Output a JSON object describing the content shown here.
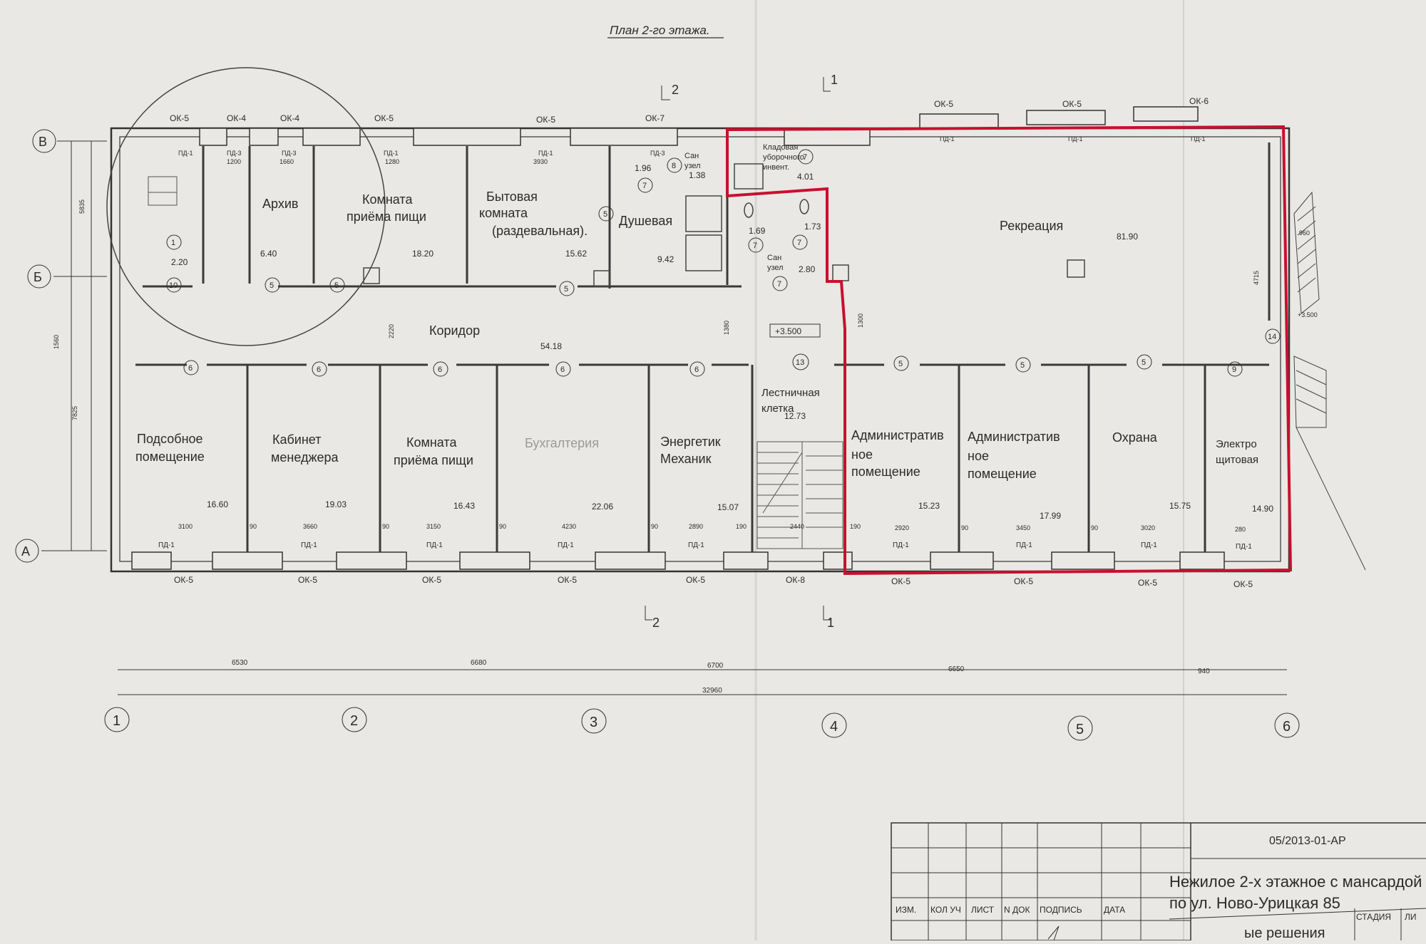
{
  "title": "План 2-го этажа.",
  "section_marks": {
    "top_1": "1",
    "top_2": "2",
    "bottom_1": "1",
    "bottom_2": "2"
  },
  "floor_level": "+3.500",
  "rows": [
    "В",
    "Б",
    "А"
  ],
  "axes": [
    "1",
    "2",
    "3",
    "4",
    "5",
    "6"
  ],
  "rooms": {
    "arkhiv": {
      "name": [
        "Архив"
      ],
      "area": "6.40"
    },
    "komnata_top": {
      "name": [
        "Комната",
        "приёма пищи"
      ],
      "area": "18.20"
    },
    "bytovaya": {
      "name": [
        "Бытовая",
        "комната",
        "(раздевальная)."
      ],
      "area": "15.62"
    },
    "dushevaya": {
      "name": [
        "Душевая"
      ],
      "area": "9.42"
    },
    "korridor": {
      "name": [
        "Коридор"
      ],
      "area": "54.18"
    },
    "rekreatsiya": {
      "name": [
        "Рекреация"
      ],
      "area": "81.90"
    },
    "kladovaya": {
      "name": [
        "Кладовая",
        "уборочного",
        "инвент."
      ],
      "area": "4.01"
    },
    "san1": {
      "name": [
        "Сан",
        "узел"
      ],
      "area": "1.38"
    },
    "san2": {
      "name": [
        "Сан",
        "узел"
      ],
      "area": "2.80"
    },
    "small1": {
      "area": "2.20"
    },
    "small2": {
      "area": "1.96"
    },
    "small3": {
      "area": "1.69"
    },
    "small4": {
      "area": "1.73"
    },
    "podsobnoe": {
      "name": [
        "Подсобное",
        "помещение"
      ],
      "area": "16.60"
    },
    "kabinet": {
      "name": [
        "Кабинет",
        "менеджера"
      ],
      "area": "19.03"
    },
    "komnata_bottom": {
      "name": [
        "Комната",
        "приёма пищи"
      ],
      "area": "16.43"
    },
    "bukhgalteriya": {
      "name": [
        "Бухгалтерия"
      ],
      "area": "22.06"
    },
    "energetik": {
      "name": [
        "Энергетик",
        "Механик"
      ],
      "area": "15.07"
    },
    "lestnichnaya": {
      "name": [
        "Лестничная",
        "клетка"
      ],
      "area": "12.73"
    },
    "admin1": {
      "name": [
        "Административ",
        "ное",
        "помещение"
      ],
      "area": "15.23"
    },
    "admin2": {
      "name": [
        "Административ",
        "ное",
        "помещение"
      ],
      "area": "17.99"
    },
    "okhrana": {
      "name": [
        "Охрана"
      ],
      "area": "15.75"
    },
    "elektro": {
      "name": [
        "Электро",
        "щитовая"
      ],
      "area": "14.90"
    }
  },
  "door_marks": [
    "1",
    "10",
    "5",
    "5",
    "5",
    "5",
    "6",
    "6",
    "6",
    "6",
    "6",
    "13",
    "5",
    "5",
    "5",
    "9",
    "7",
    "7",
    "8",
    "7",
    "7",
    "7",
    "14"
  ],
  "window_labels": {
    "top": [
      "ОК-5",
      "ОК-4",
      "ОК-4",
      "ОК-5",
      "ОК-5",
      "ОК-7",
      "ОК-5",
      "ОК-5",
      "ОК-6"
    ],
    "bottom": [
      "ОК-5",
      "ОК-5",
      "ОК-5",
      "ОК-5",
      "ОК-5",
      "ОК-8",
      "ОК-5",
      "ОК-5",
      "ОК-5",
      "ОК-5"
    ],
    "sills_top": [
      "ПД-1",
      "ПД-3",
      "ПД-3",
      "ПД-1",
      "ПД-1",
      "ПД-3",
      "ПД-1",
      "ПД-1",
      "ПД-1"
    ],
    "sills_bottom": [
      "ПД-1",
      "ПД-1",
      "ПД-1",
      "ПД-1",
      "ПД-1",
      "ПД-1",
      "ПД-1",
      "ПД-1",
      "ПД-1"
    ]
  },
  "dimensions": {
    "spans": [
      "6530",
      "6680",
      "6700",
      "6650",
      "940"
    ],
    "total": "32960",
    "inner_top": [
      "1200",
      "1660",
      "1280",
      "3930"
    ],
    "inner_bottom": [
      "3100",
      "90",
      "3660",
      "90",
      "3150",
      "90",
      "4230",
      "90",
      "2890",
      "190",
      "2440",
      "190",
      "2920",
      "90",
      "3450",
      "90",
      "3020",
      "280"
    ],
    "vertical": [
      "5835",
      "1560",
      "7825",
      "2220",
      "1380",
      "1300",
      "4715",
      "960",
      "+3.500"
    ]
  },
  "title_block": {
    "code": "05/2013-01-АР",
    "project_line1": "Нежилое 2-х этажное с мансардой",
    "project_line2": "по ул. Ново-Урицкая 85",
    "headers": [
      "ИЗМ.",
      "КОЛ УЧ",
      "ЛИСТ",
      "N ДОК",
      "ПОДПИСЬ",
      "ДАТА"
    ],
    "stage": "СТАДИЯ",
    "sheet": "ЛИ",
    "partial": "ые решения"
  },
  "colors": {
    "paper": "#e9e8e4",
    "line": "#3a3a3a",
    "highlight": "#c8102e"
  }
}
